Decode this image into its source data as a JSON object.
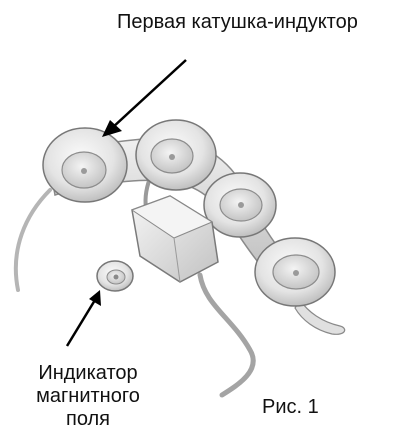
{
  "labels": {
    "first_coil": "Первая катушка-индуктор",
    "indicator_line1": "Индикатор",
    "indicator_line2": "магнитного",
    "indicator_line3": "поля",
    "figure": "Рис. 1"
  },
  "colors": {
    "device_body": "#e3e3e3",
    "device_shadow": "#a9a9a9",
    "device_outline": "#6e6e6e",
    "arrow": "#000000",
    "text": "#111111"
  }
}
